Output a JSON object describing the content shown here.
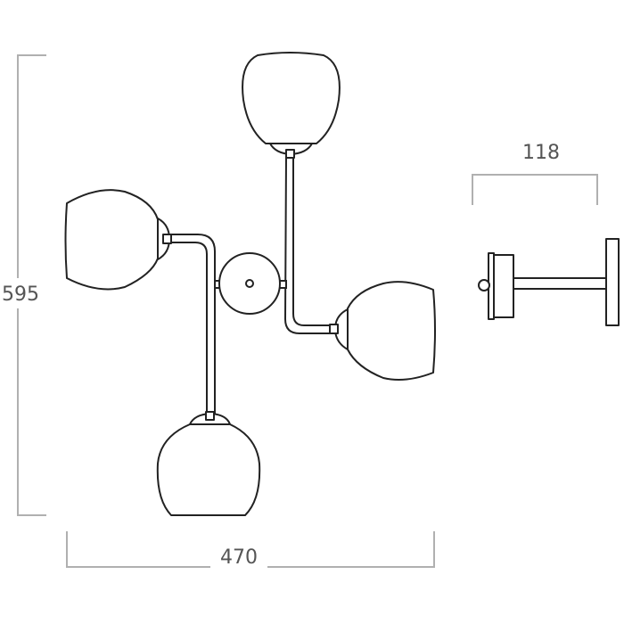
{
  "dimensions": {
    "height": "595",
    "width": "470",
    "depth": "118"
  },
  "colors": {
    "outline": "#222222",
    "dimension_lines": "#b0b0b0",
    "dimension_text": "#555555"
  }
}
